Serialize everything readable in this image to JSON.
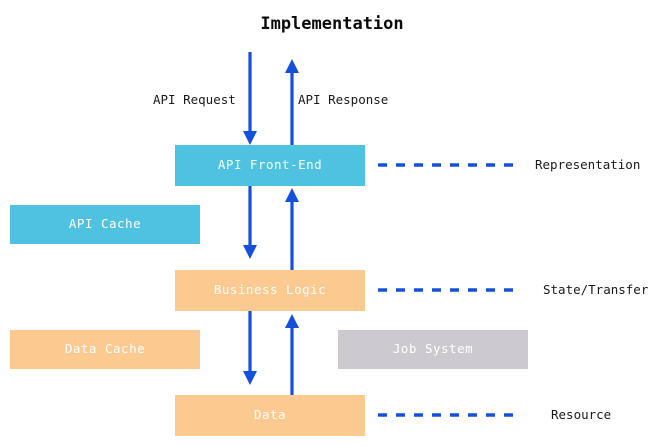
{
  "diagram": {
    "title": "Implementation",
    "accent_blue_box": "#4ec2e0",
    "accent_orange_box": "#fcca90",
    "accent_gray_box": "#ccc9d0",
    "accent_arrow_blue": "#1550dd",
    "background": "#ffffff"
  },
  "flow_labels": {
    "request": "API Request",
    "response": "API Response"
  },
  "boxes": {
    "api_front_end": "API Front-End",
    "api_cache": "API Cache",
    "business_logic": "Business Logic",
    "data_cache": "Data Cache",
    "job_system": "Job System",
    "data": "Data"
  },
  "side_labels": {
    "representation": "Representation",
    "state_transfer": "State/Transfer",
    "resource": "Resource"
  }
}
